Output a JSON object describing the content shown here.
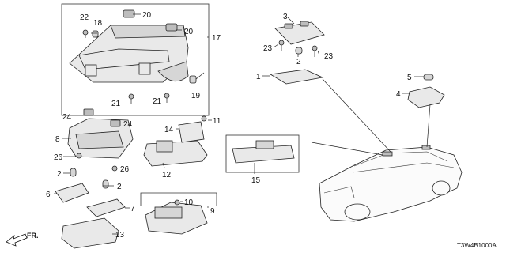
{
  "diagram_code": "T3W4B1000A",
  "direction_label": "FR.",
  "callouts": {
    "c1": "1",
    "c2a": "2",
    "c2b": "2",
    "c2c": "2",
    "c3": "3",
    "c4": "4",
    "c5": "5",
    "c6": "6",
    "c7": "7",
    "c8": "8",
    "c9": "9",
    "c10": "10",
    "c11": "11",
    "c12": "12",
    "c13": "13",
    "c14": "14",
    "c15": "15",
    "c17": "17",
    "c18": "18",
    "c19": "19",
    "c20a": "20",
    "c20b": "20",
    "c21a": "21",
    "c21b": "21",
    "c22": "22",
    "c23a": "23",
    "c23b": "23",
    "c24a": "24",
    "c24b": "24",
    "c26a": "26",
    "c26b": "26"
  },
  "colors": {
    "line": "#222222",
    "part_fill": "#e9e9e9",
    "background": "#ffffff"
  }
}
